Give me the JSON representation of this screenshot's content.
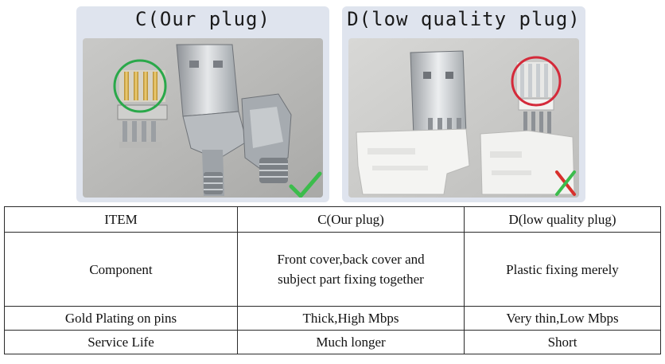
{
  "panels": {
    "c": {
      "title": "C(Our plug)",
      "mark": "check-icon"
    },
    "d": {
      "title": "D(low quality plug)",
      "mark": "cross-icon"
    }
  },
  "colors": {
    "panel_bg": "#dfe4ee",
    "good_circle": "#2aa84a",
    "bad_circle": "#d42a3a",
    "check": "#3cbc4c",
    "cross": "#d8302c",
    "cross_accent": "#3cbc4c"
  },
  "table": {
    "headers": [
      "ITEM",
      "C(Our plug)",
      "D(low quality plug)"
    ],
    "rows": [
      {
        "item": "Component",
        "c": "Front cover,back cover and subject part fixing together",
        "d": "Plastic fixing merely"
      },
      {
        "item": "Gold Plating on pins",
        "c": "Thick,High Mbps",
        "d": "Very thin,Low Mbps"
      },
      {
        "item": "Service Life",
        "c": "Much longer",
        "d": "Short"
      }
    ]
  }
}
